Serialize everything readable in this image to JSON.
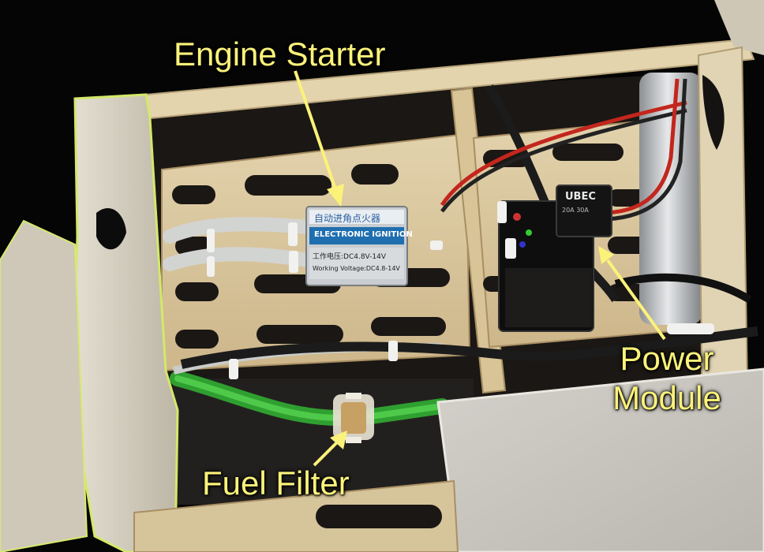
{
  "annotations": {
    "engine_starter": "Engine Starter",
    "fuel_filter": "Fuel Filter",
    "power_module_line1": "Power",
    "power_module_line2": "Module"
  },
  "device_labels": {
    "ignition_chinese": "自动进角点火器",
    "ignition_title": "ELECTRONIC IGNITION",
    "ignition_voltage_cn": "工作电压:DC4.8V-14V",
    "ignition_voltage_en": "Working Voltage:DC4.8-14V",
    "ubec": "UBEC",
    "ubec_rating": "20A  30A"
  },
  "colors": {
    "callout_text": "#fbf27a",
    "plywood": "#d8c49a",
    "fuel_hose": "#3fbf3a",
    "foam_shell": "#d6d0c2",
    "cover_panel": "#cfcdc6"
  }
}
